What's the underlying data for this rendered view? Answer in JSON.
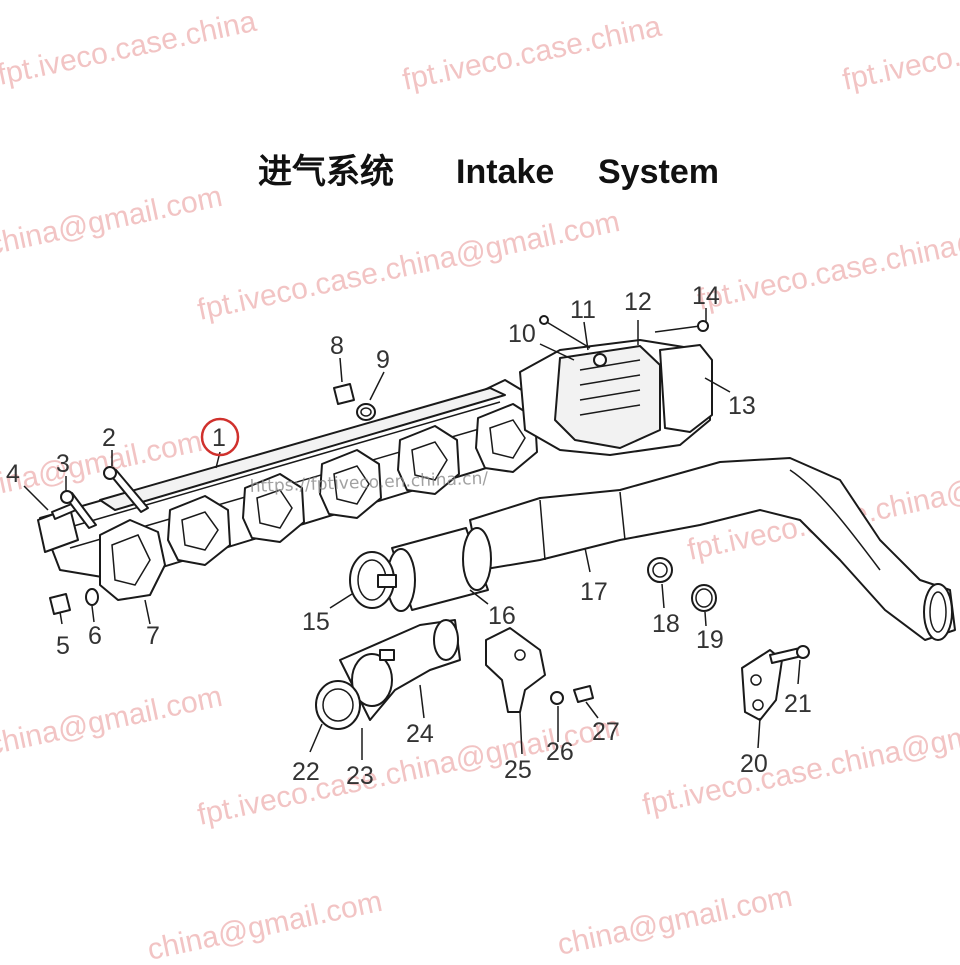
{
  "title": {
    "chinese": "进气系统",
    "english_1": "Intake",
    "english_2": "System"
  },
  "highlight": {
    "color": "#d0312d",
    "target": "1"
  },
  "colors": {
    "watermark": "#f2c4c4",
    "line": "#1a1a1a",
    "label": "#333333"
  },
  "watermarks": {
    "site": "fpt.iveco.case.china",
    "site_partial_left": "fpt.iveco.case.china@",
    "email_partial": "china@gmail.com",
    "email_partial_2": "china@gmail.com",
    "site_email": "fpt.iveco.case.china@gmail.com",
    "site_short": "fpt.iveco.",
    "url_overlay": "https://fptiveco.en.china.cn/"
  },
  "part_labels": [
    "1",
    "2",
    "3",
    "4",
    "5",
    "6",
    "7",
    "8",
    "9",
    "10",
    "11",
    "12",
    "13",
    "14",
    "15",
    "16",
    "17",
    "18",
    "19",
    "20",
    "21",
    "22",
    "23",
    "24",
    "25",
    "26",
    "27"
  ]
}
